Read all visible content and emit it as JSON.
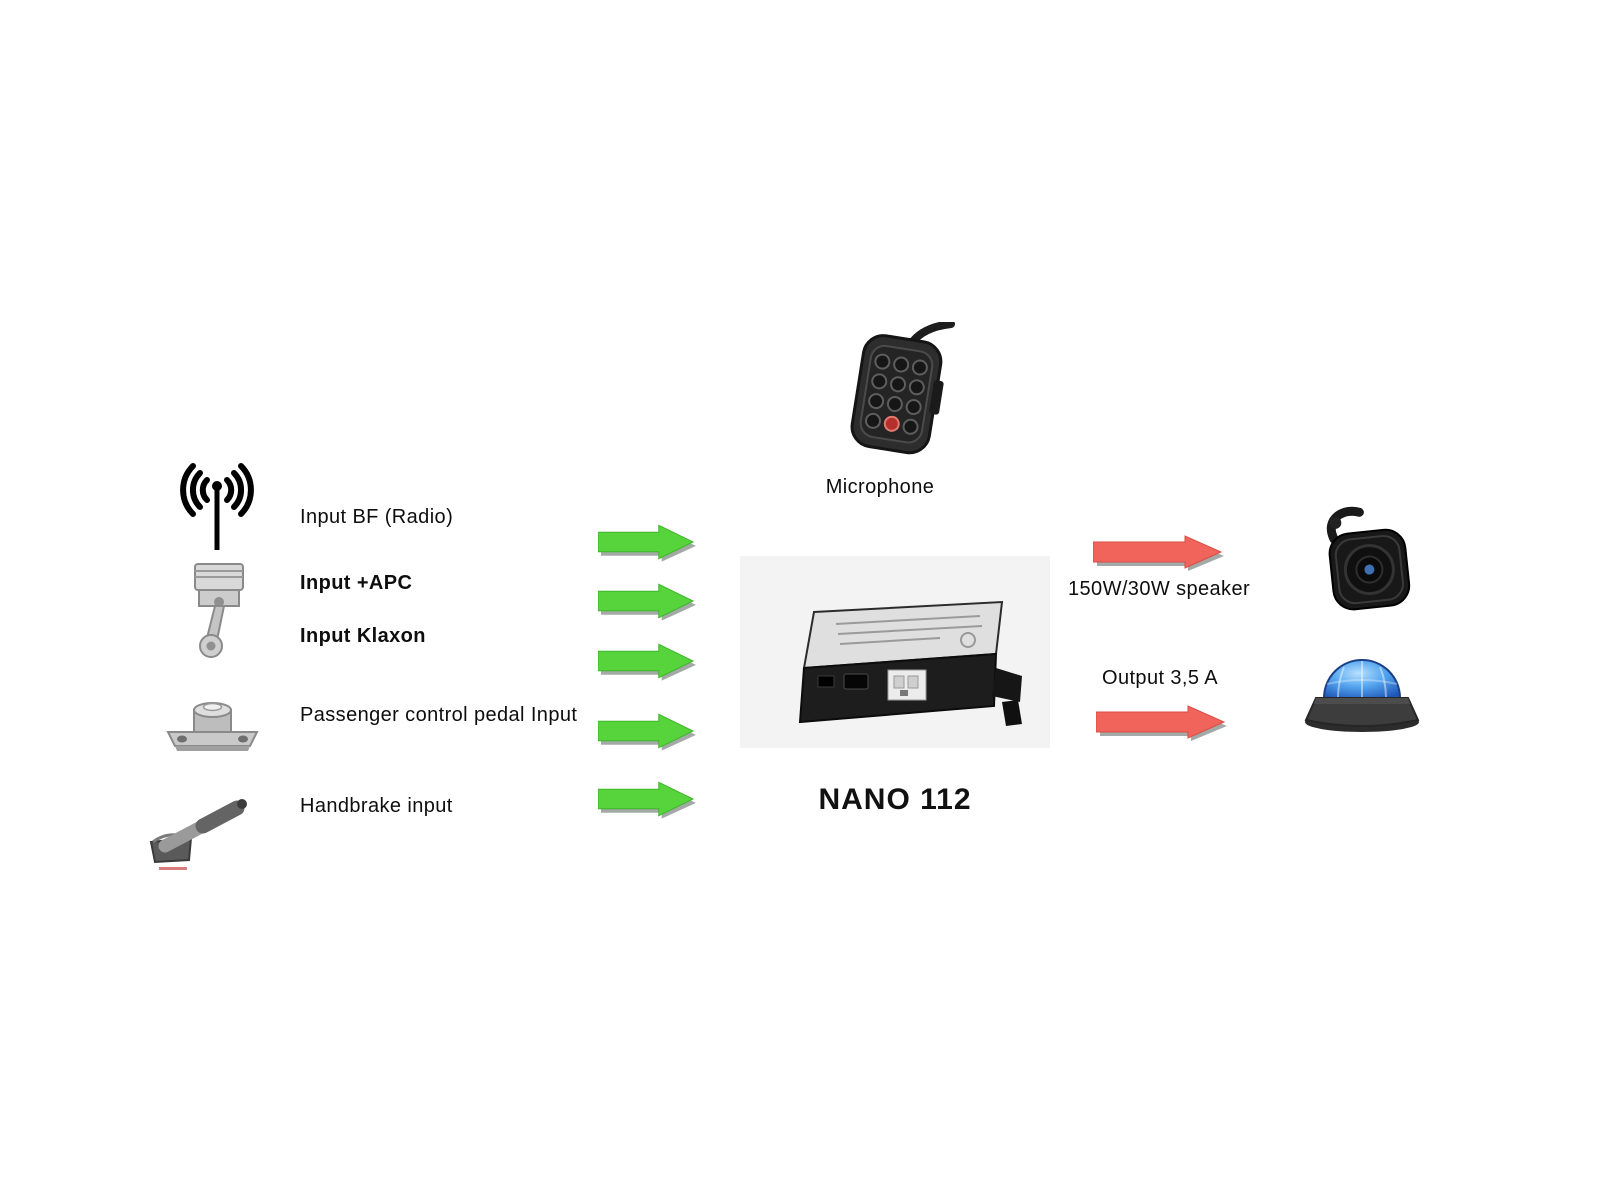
{
  "diagram": {
    "device_label": "NANO 112",
    "microphone_label": "Microphone",
    "inputs": [
      {
        "label": "Input BF (Radio)"
      },
      {
        "label": "Input  +APC"
      },
      {
        "label": "Input Klaxon"
      },
      {
        "label": "Passenger control pedal Input"
      },
      {
        "label": "Handbrake input"
      }
    ],
    "outputs": [
      {
        "label": "150W/30W speaker"
      },
      {
        "label": "Output 3,5 A"
      }
    ],
    "colors": {
      "arrow_green": "#57d33b",
      "arrow_red": "#f0645c",
      "arrow_shadow": "#a3aaa6",
      "beacon_blue": "#2f6fd0",
      "device_photo_bg": "#f3f3f3"
    }
  }
}
